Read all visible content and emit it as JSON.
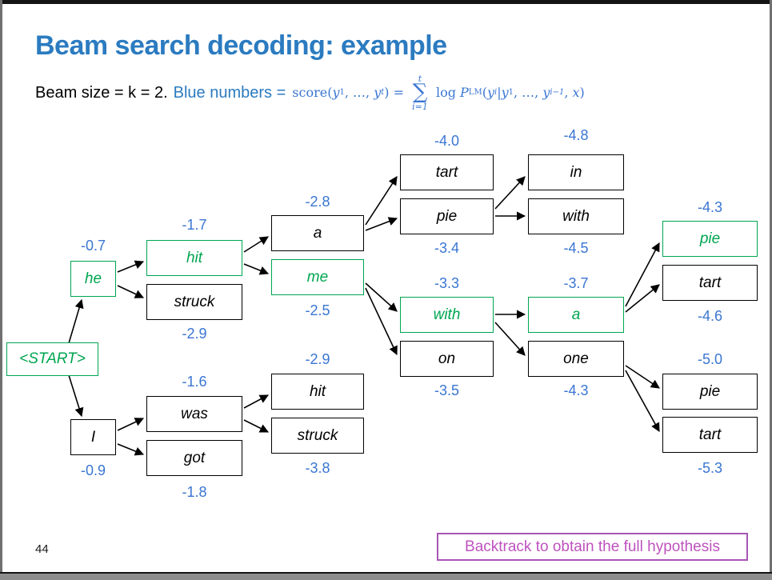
{
  "slide": {
    "title": "Beam search decoding: example",
    "page_number": "44",
    "note": "Backtrack to obtain the full hypothesis"
  },
  "subtitle": {
    "plain": "Beam size = k = 2.",
    "blue_label": "Blue numbers ="
  },
  "formula": {
    "r0": "score(",
    "v0": "y",
    "s0": "1",
    "r1": ", …, ",
    "v1": "y",
    "s1": "t",
    "r2": ") = ",
    "sum_top": "t",
    "sigma": "∑",
    "sum_bot": "i=1",
    "r3": " log ",
    "v2": "P",
    "s2": "LM",
    "r4": "(",
    "v3": "y",
    "s3": "i",
    "r5": "|",
    "v4": "y",
    "s4": "1",
    "r6": ", …, ",
    "v5": "y",
    "s5": "i−1",
    "r7": ", ",
    "v6": "x",
    "r8": ")"
  },
  "colors": {
    "title_blue": "#2B7BC0",
    "number_blue": "#3A76D2",
    "beam_green": "#00A651",
    "note_purple": "#BE52BE"
  },
  "nodes": {
    "start": {
      "label": "<START>",
      "beam": true
    },
    "he": {
      "label": "he",
      "score": "-0.7",
      "beam": true
    },
    "i": {
      "label": "I",
      "score": "-0.9"
    },
    "hit1": {
      "label": "hit",
      "score": "-1.7",
      "beam": true
    },
    "struck1": {
      "label": "struck",
      "score": "-2.9"
    },
    "was": {
      "label": "was",
      "score": "-1.6"
    },
    "got": {
      "label": "got",
      "score": "-1.8"
    },
    "a1": {
      "label": "a",
      "score": "-2.8"
    },
    "me": {
      "label": "me",
      "score": "-2.5",
      "beam": true
    },
    "hit2": {
      "label": "hit",
      "score": "-2.9"
    },
    "struck2": {
      "label": "struck",
      "score": "-3.8"
    },
    "tart1": {
      "label": "tart",
      "score": "-4.0"
    },
    "pie1": {
      "label": "pie",
      "score": "-3.4"
    },
    "with1": {
      "label": "with",
      "score": "-3.3",
      "beam": true
    },
    "on": {
      "label": "on",
      "score": "-3.5"
    },
    "in1": {
      "label": "in",
      "score": "-4.8"
    },
    "with2": {
      "label": "with",
      "score": "-4.5"
    },
    "a2": {
      "label": "a",
      "score": "-3.7",
      "beam": true
    },
    "one": {
      "label": "one",
      "score": "-4.3"
    },
    "pie2": {
      "label": "pie",
      "score": "-4.3",
      "beam": true
    },
    "tart2": {
      "label": "tart",
      "score": "-4.6"
    },
    "pie3": {
      "label": "pie",
      "score": "-5.0"
    },
    "tart3": {
      "label": "tart",
      "score": "-5.3"
    }
  },
  "edges": [
    [
      "start",
      "he"
    ],
    [
      "start",
      "i"
    ],
    [
      "he",
      "hit1"
    ],
    [
      "he",
      "struck1"
    ],
    [
      "i",
      "was"
    ],
    [
      "i",
      "got"
    ],
    [
      "hit1",
      "a1"
    ],
    [
      "hit1",
      "me"
    ],
    [
      "was",
      "hit2"
    ],
    [
      "was",
      "struck2"
    ],
    [
      "a1",
      "tart1"
    ],
    [
      "a1",
      "pie1"
    ],
    [
      "me",
      "with1"
    ],
    [
      "me",
      "on"
    ],
    [
      "pie1",
      "in1"
    ],
    [
      "pie1",
      "with2"
    ],
    [
      "with1",
      "a2"
    ],
    [
      "with1",
      "one"
    ],
    [
      "a2",
      "pie2"
    ],
    [
      "a2",
      "tart2"
    ],
    [
      "one",
      "pie3"
    ],
    [
      "one",
      "tart3"
    ]
  ]
}
